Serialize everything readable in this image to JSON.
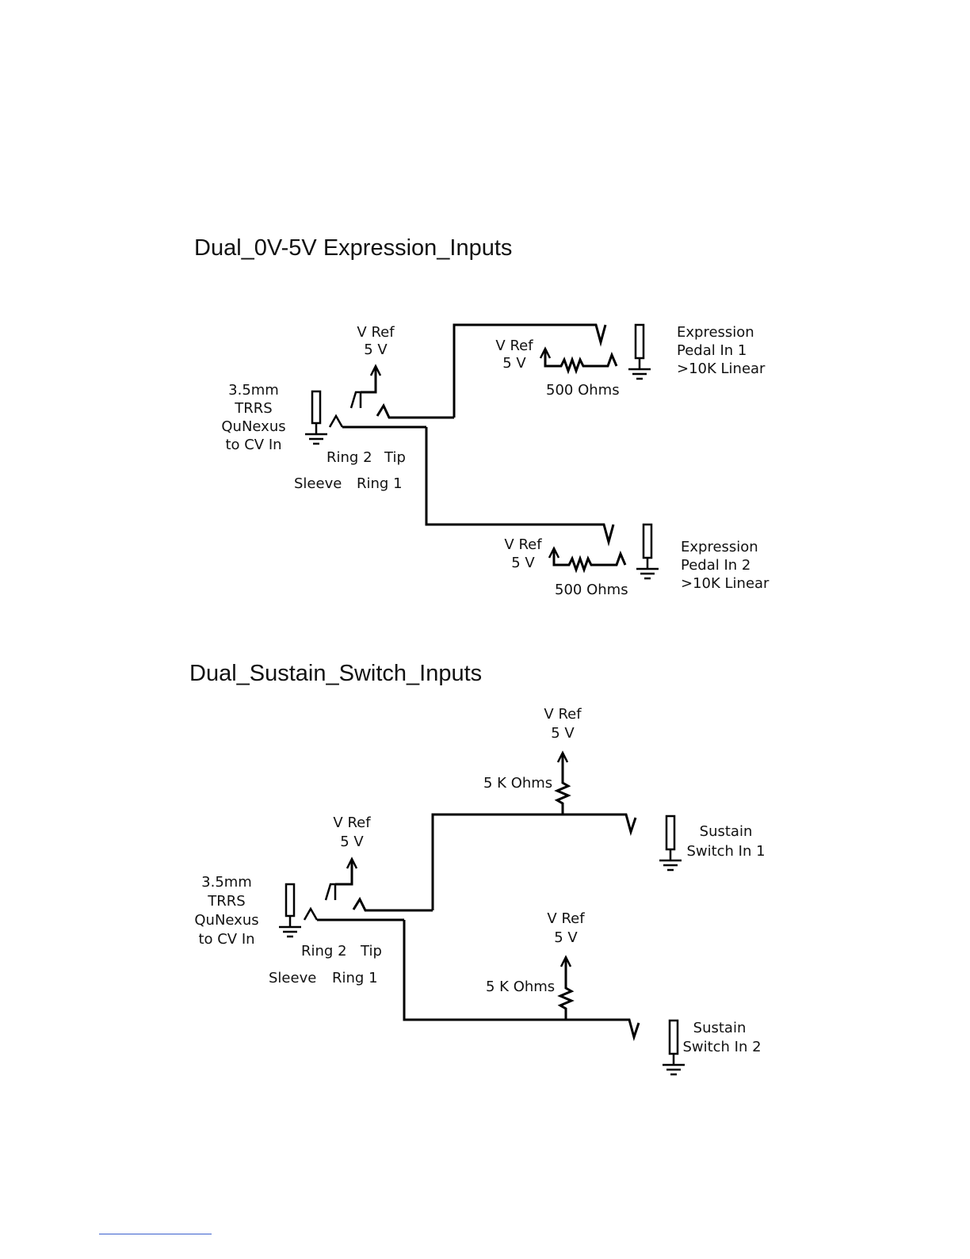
{
  "sections": {
    "expression": {
      "title": "Dual_0V-5V Expression_Inputs",
      "jack": {
        "label_lines": [
          "3.5mm",
          "TRRS",
          "QuNexus",
          "to CV In"
        ],
        "pins": {
          "ring2": "Ring 2",
          "tip": "Tip",
          "sleeve": "Sleeve",
          "ring1": "Ring 1"
        }
      },
      "vref": {
        "label": "V Ref",
        "value": "5 V"
      },
      "pedal1": {
        "vref_label": "V Ref",
        "vref_value": "5 V",
        "resistor": "500 Ohms",
        "label_lines": [
          "Expression",
          "Pedal In 1",
          ">10K Linear"
        ]
      },
      "pedal2": {
        "vref_label": "V Ref",
        "vref_value": "5 V",
        "resistor": "500 Ohms",
        "label_lines": [
          "Expression",
          "Pedal In 2",
          ">10K Linear"
        ]
      }
    },
    "sustain": {
      "title": "Dual_Sustain_Switch_Inputs",
      "jack": {
        "label_lines": [
          "3.5mm",
          "TRRS",
          "QuNexus",
          "to CV In"
        ],
        "pins": {
          "ring2": "Ring 2",
          "tip": "Tip",
          "sleeve": "Sleeve",
          "ring1": "Ring 1"
        }
      },
      "vref": {
        "label": "V Ref",
        "value": "5 V"
      },
      "switch1": {
        "vref_label": "V Ref",
        "vref_value": "5 V",
        "resistor": "5 K Ohms",
        "label_lines": [
          "Sustain",
          "Switch In 1"
        ]
      },
      "switch2": {
        "vref_label": "V Ref",
        "vref_value": "5 V",
        "resistor": "5 K Ohms",
        "label_lines": [
          "Sustain",
          "Switch In 2"
        ]
      }
    }
  }
}
